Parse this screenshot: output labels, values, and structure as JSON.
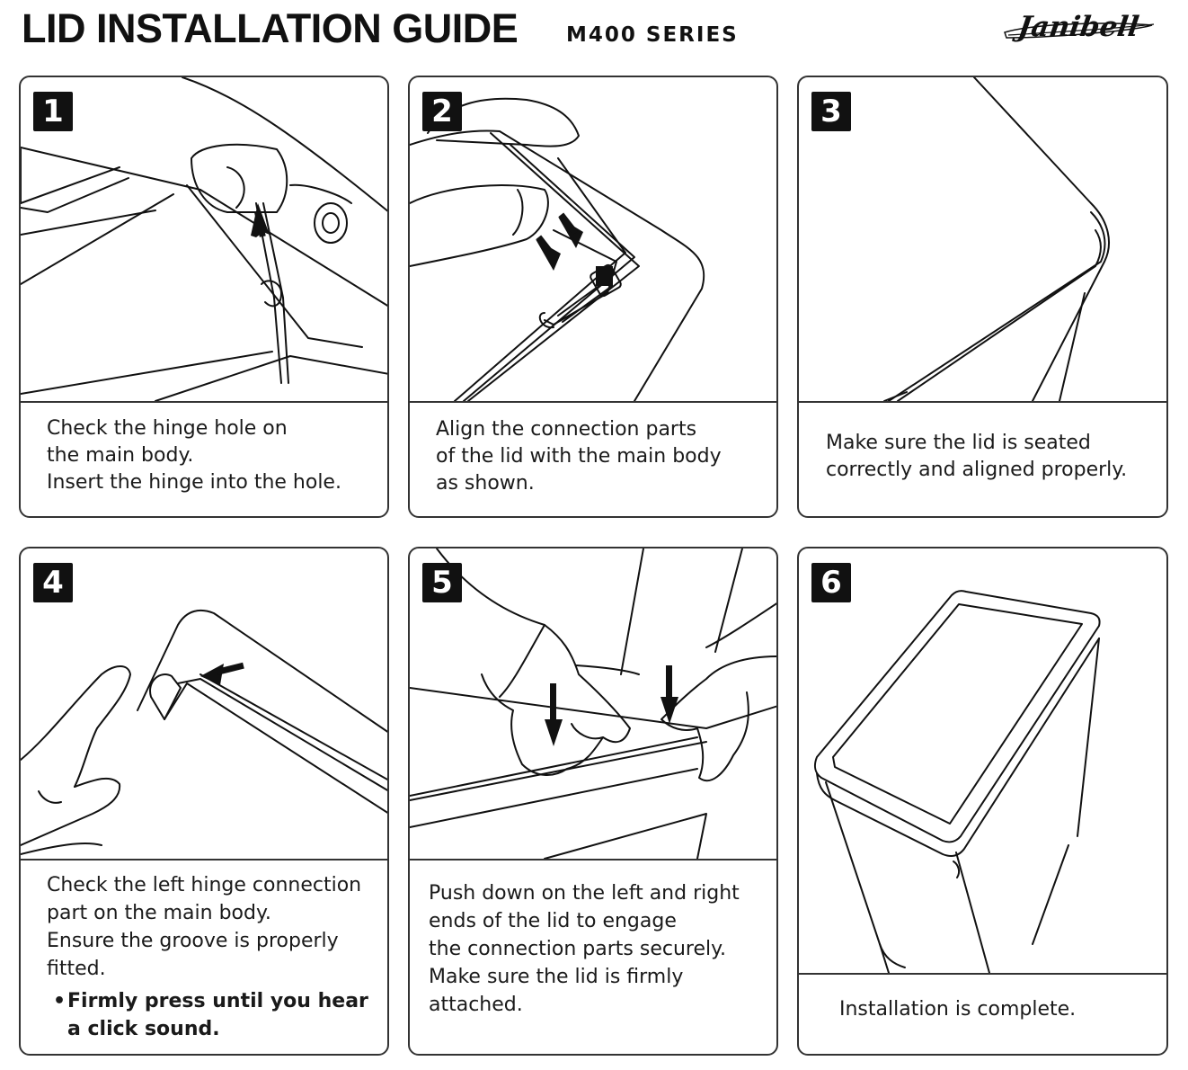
{
  "header": {
    "title": "LID INSTALLATION GUIDE",
    "series": "M400 SERIES",
    "logo_text": "Janibell"
  },
  "steps": [
    {
      "number": "1",
      "caption_lines": [
        "Check the hinge hole on",
        "the main body.",
        "Insert the hinge into the hole."
      ]
    },
    {
      "number": "2",
      "caption_lines": [
        "Align the connection parts",
        "of the lid with the main body",
        "as shown."
      ]
    },
    {
      "number": "3",
      "caption_lines": [
        "Make sure the lid is seated",
        "correctly and aligned properly."
      ]
    },
    {
      "number": "4",
      "caption_lines": [
        "Check the left hinge connection",
        "part on the main body.",
        "Ensure the groove is properly",
        "fitted."
      ],
      "note_lines": [
        "Firmly press until you hear",
        "a click sound."
      ]
    },
    {
      "number": "5",
      "caption_lines": [
        "Push down on the left and right",
        "ends of the lid to engage",
        "the connection parts securely.",
        "Make sure the lid is firmly",
        "attached."
      ]
    },
    {
      "number": "6",
      "caption_lines": [
        "Installation is complete."
      ]
    }
  ],
  "colors": {
    "ink": "#111111",
    "border": "#333333",
    "background": "#ffffff"
  }
}
